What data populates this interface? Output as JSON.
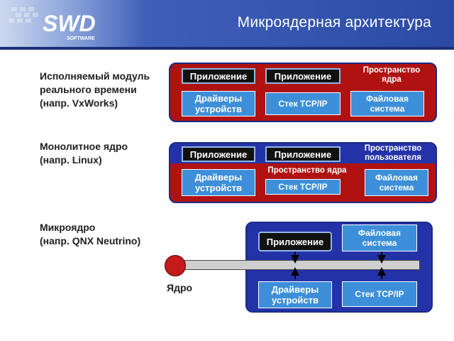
{
  "header": {
    "title": "Микроядерная архитектура",
    "logo_text": "SWD",
    "logo_sub": "SOFTWARE"
  },
  "rows": {
    "rtos": {
      "label": "Исполняемый модуль\nреального времени\n(напр. VxWorks)",
      "app1": "Приложение",
      "app2": "Приложение",
      "space": "Пространство\nядра",
      "drivers": "Драйверы\nустройств",
      "tcpip": "Стек TCP/IP",
      "fs": "Файловая\nсистема"
    },
    "monolithic": {
      "label": "Монолитное ядро\n(напр. Linux)",
      "app1": "Приложение",
      "app2": "Приложение",
      "user_space": "Пространство\nпользователя",
      "kernel_space": "Пространство ядра",
      "drivers": "Драйверы\nустройств",
      "tcpip": "Стек TCP/IP",
      "fs": "Файловая\nсистема"
    },
    "micro": {
      "label": "Микроядро\n(напр. QNX Neutrino)",
      "app": "Приложение",
      "fs": "Файловая\nсистема",
      "drivers": "Драйверы\nустройств",
      "tcpip": "Стек TCP/IP",
      "kernel": "Ядро"
    }
  },
  "colors": {
    "header": "#2b4aa6",
    "red_panel": "#b01212",
    "blue_panel": "#2432a8",
    "light_box": "#3d8fd9",
    "dark_box": "#111111"
  }
}
